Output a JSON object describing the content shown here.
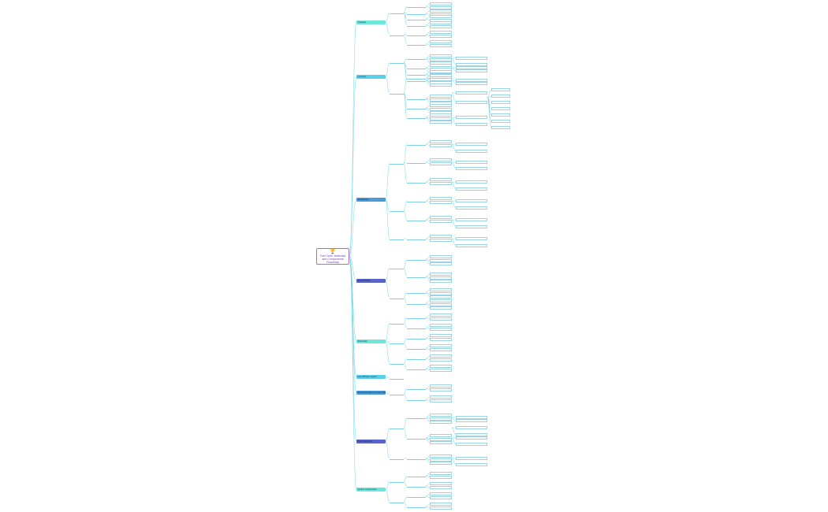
{
  "root": {
    "icon": "trophy-icon",
    "title": "Fuel Cells: Materials and Components Roadmap"
  },
  "colors": {
    "teal": "#6fe6dc",
    "cyan": "#5ccfea",
    "blue": "#4a9bd8",
    "indigo": "#5a63c8",
    "line": "#6fd8e0"
  },
  "topics": [
    {
      "label": "Catalysts",
      "color": "#6fe6dc"
    },
    {
      "label": "Ionomers",
      "color": "#5ccfea"
    },
    {
      "label": "Membranes",
      "color": "#4a9bd8"
    },
    {
      "label": "Bipolar Plates",
      "color": "#5a63c8"
    },
    {
      "label": "Electrodes",
      "color": "#6fe6dc"
    },
    {
      "label": "Gas Diffusion Layers",
      "color": "#5ccfea"
    },
    {
      "label": "Membrane Electrode Assembly",
      "color": "#4a9bd8"
    },
    {
      "label": "Stack Hardware",
      "color": "#5a63c8"
    },
    {
      "label": "System Components",
      "color": "#6fe6dc"
    }
  ]
}
